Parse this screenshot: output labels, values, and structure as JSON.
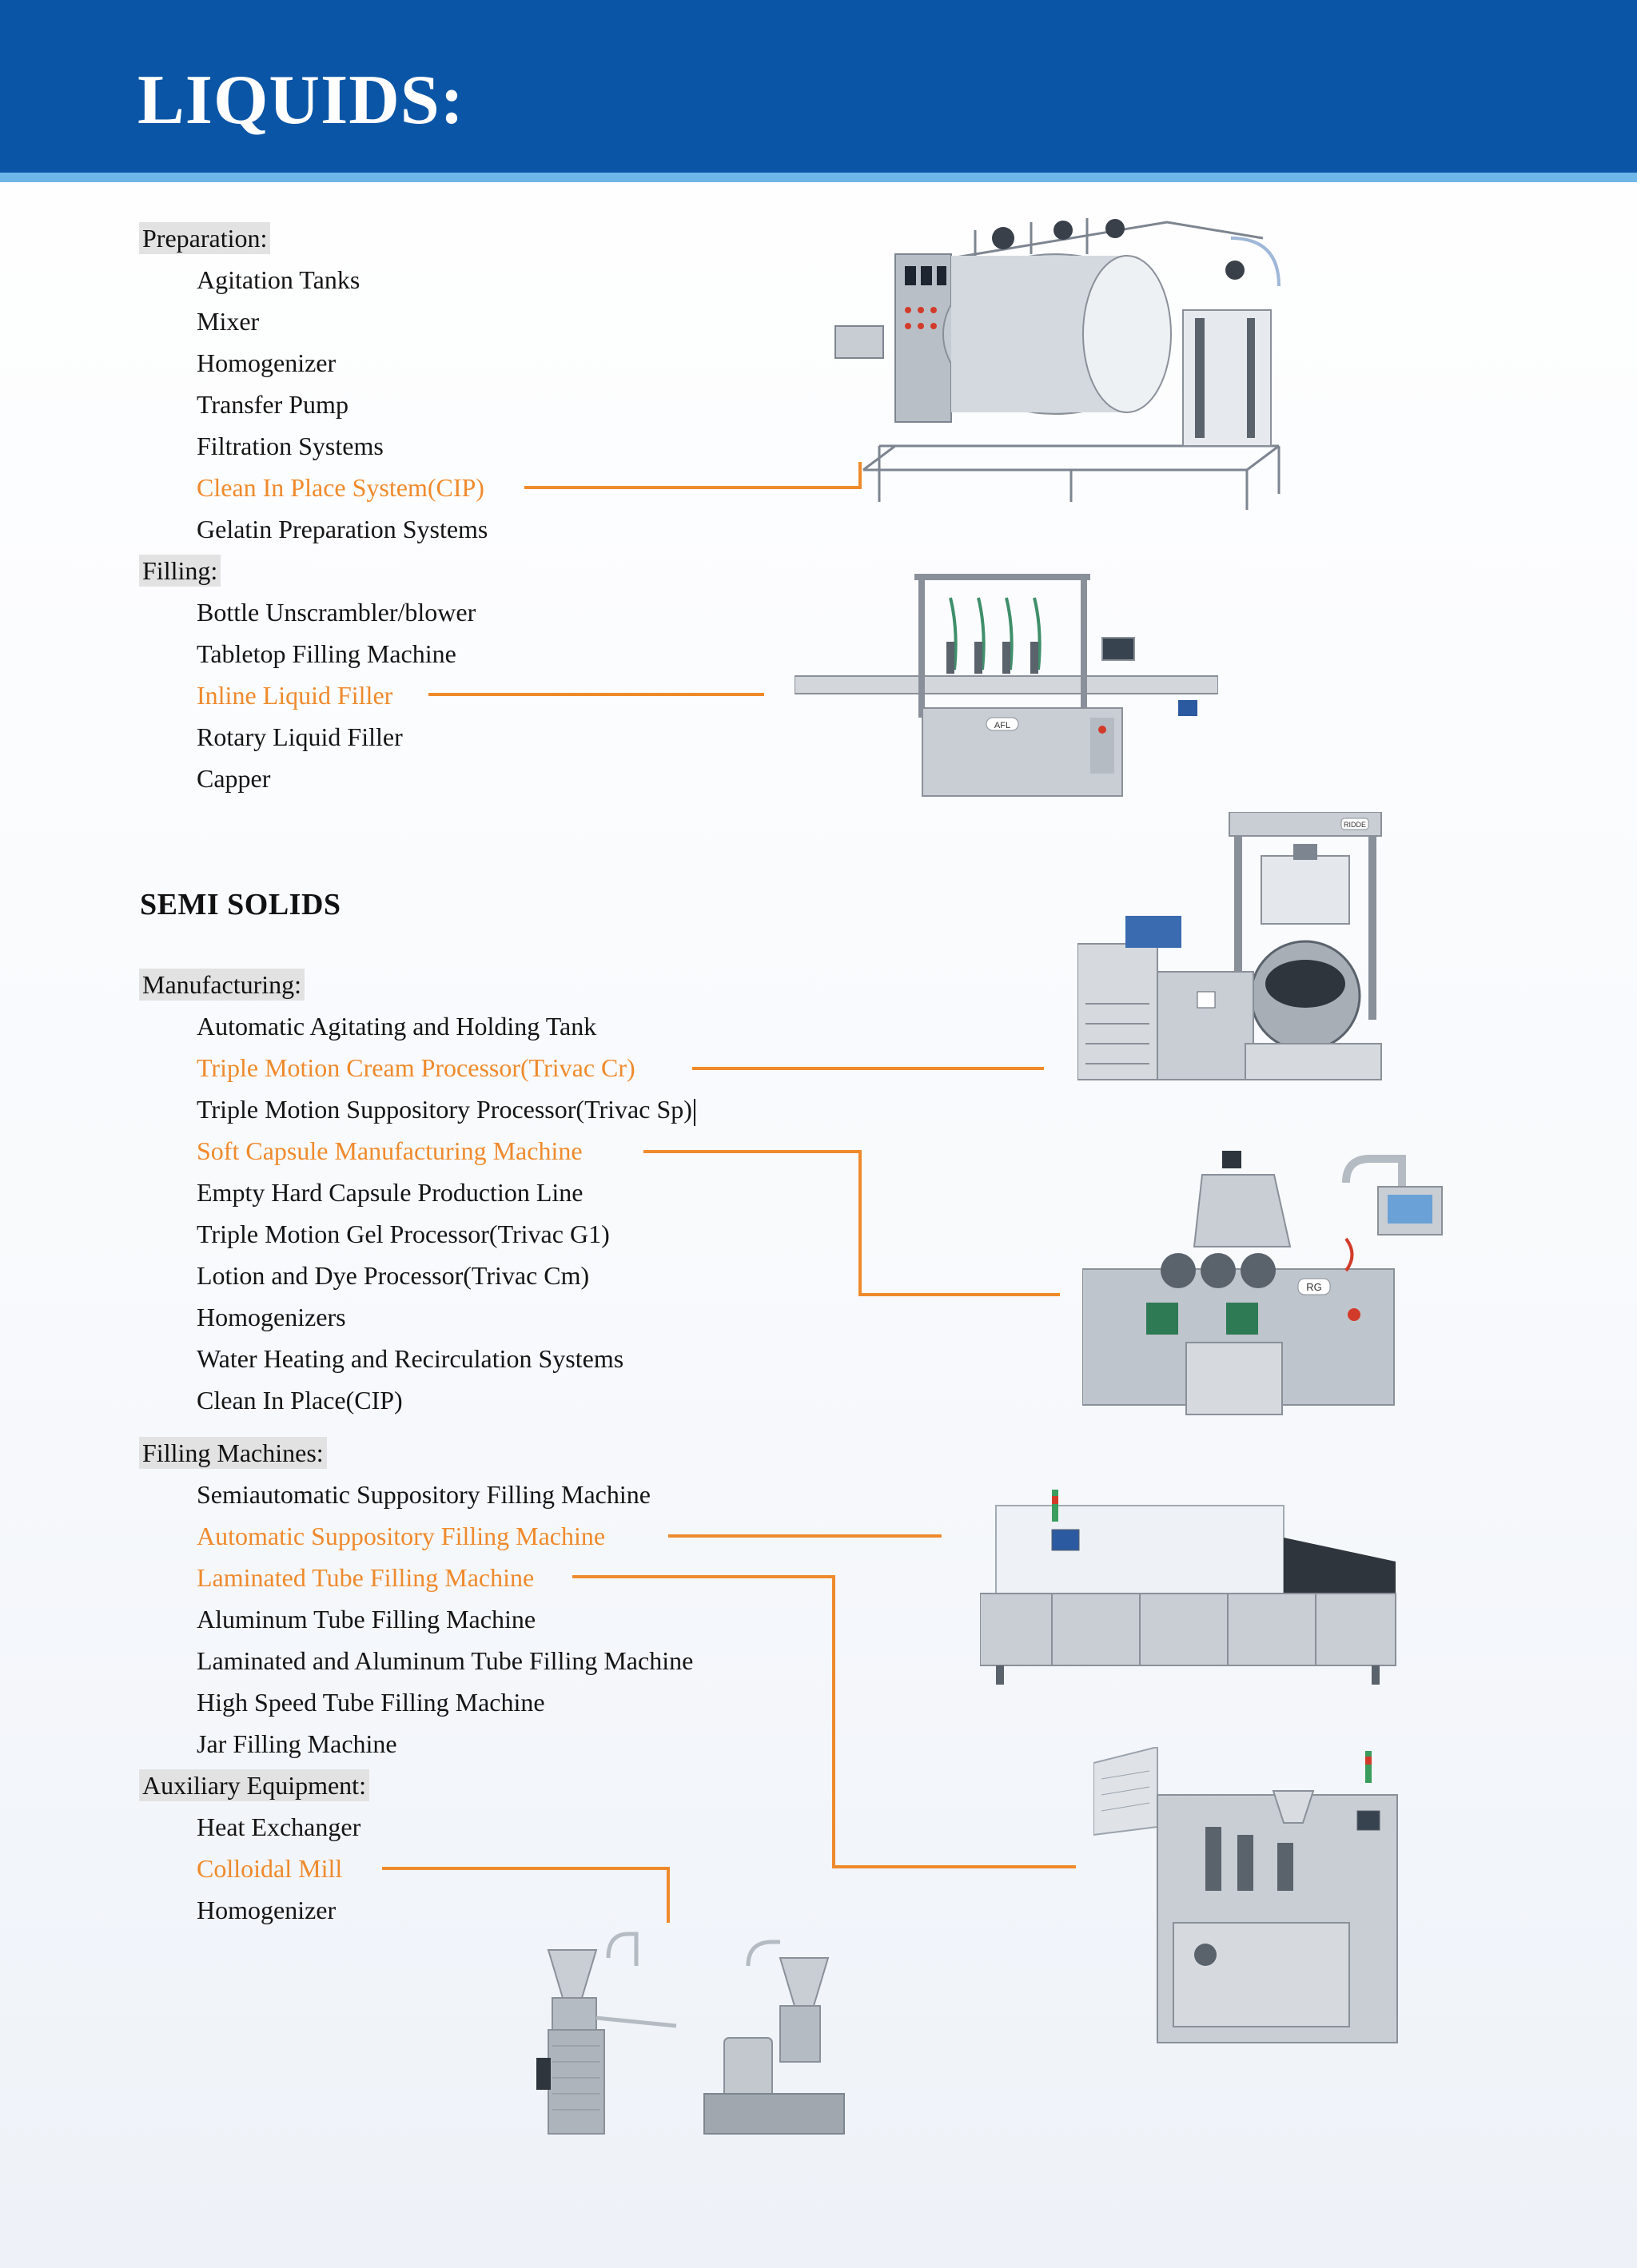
{
  "header": {
    "title": "LIQUIDS:"
  },
  "accent_color": "#ef8a2c",
  "header_color": "#0b55a6",
  "liquids": {
    "preparation": {
      "label": "Preparation:",
      "items": [
        "Agitation Tanks",
        "Mixer",
        "Homogenizer",
        "Transfer Pump",
        "Filtration Systems",
        "Clean In Place System(CIP)",
        "Gelatin Preparation Systems"
      ]
    },
    "filling": {
      "label": "Filling:",
      "items": [
        "Bottle Unscrambler/blower",
        "Tabletop Filling Machine",
        "Inline Liquid Filler",
        "Rotary Liquid Filler",
        "Capper"
      ]
    }
  },
  "semi_solids": {
    "title": "SEMI SOLIDS",
    "manufacturing": {
      "label": "Manufacturing:",
      "items": [
        "Automatic Agitating and Holding Tank",
        "Triple Motion Cream Processor(Trivac Cr)",
        "Triple Motion Suppository Processor(Trivac Sp)",
        "Soft Capsule Manufacturing Machine",
        "Empty Hard Capsule Production Line",
        "Triple Motion Gel Processor(Trivac G1)",
        "Lotion and Dye Processor(Trivac Cm)",
        "Homogenizers",
        "Water Heating and Recirculation Systems",
        "Clean In Place(CIP)"
      ]
    },
    "filling_machines": {
      "label": "Filling Machines:",
      "items": [
        "Semiautomatic Suppository Filling Machine",
        "Automatic Suppository Filling Machine",
        "Laminated Tube Filling Machine",
        "Aluminum Tube Filling Machine",
        "Laminated and Aluminum Tube Filling Machine",
        "High Speed Tube Filling Machine",
        "Jar Filling Machine"
      ]
    },
    "auxiliary": {
      "label": "Auxiliary Equipment:",
      "items": [
        "Heat Exchanger",
        "Colloidal Mill",
        "Homogenizer"
      ]
    }
  },
  "machine_badges": {
    "filler": "AFL",
    "cream": "RIDDE",
    "capsule": "RG"
  }
}
